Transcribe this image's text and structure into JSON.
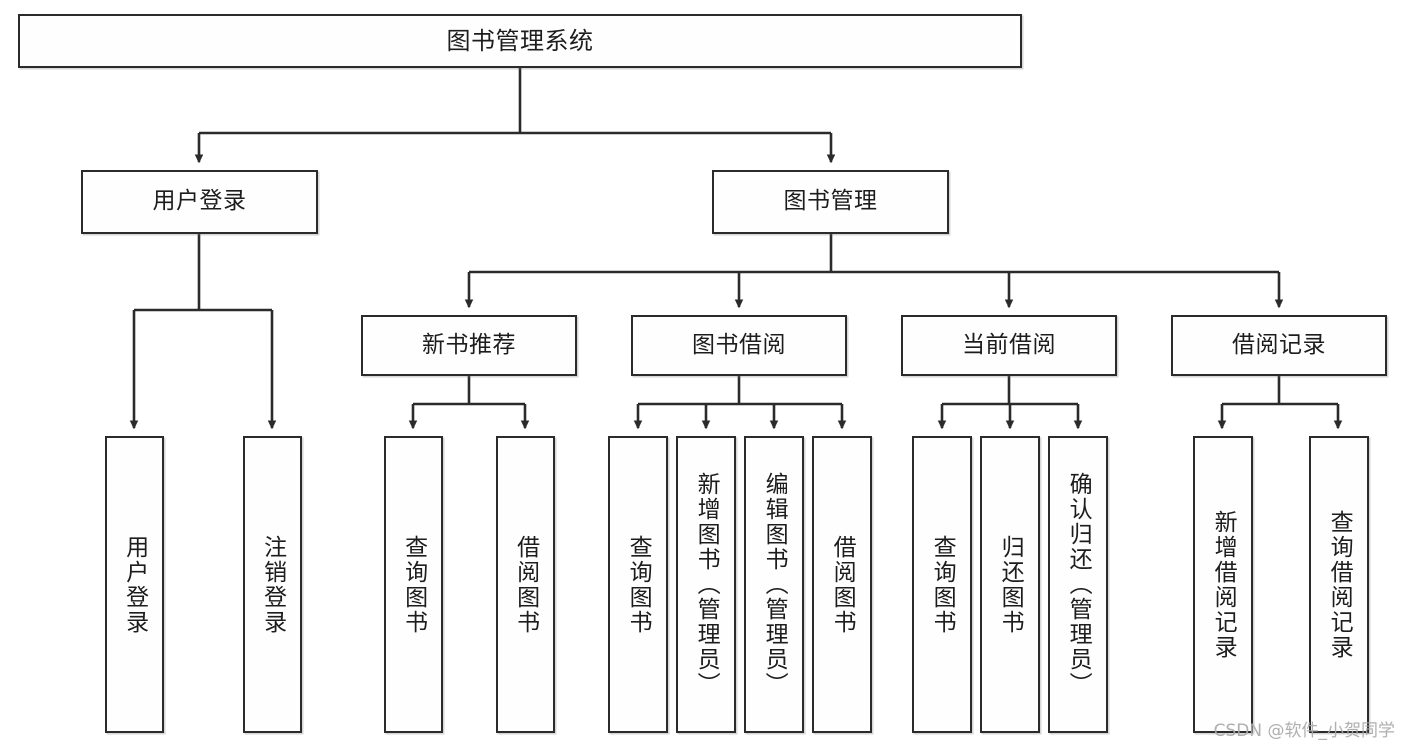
{
  "diagram": {
    "type": "tree",
    "title": "图书管理系统",
    "edge_color": "#2b2b2b",
    "node_border_color": "#2b2b2b",
    "node_fill_color": "#fefefe",
    "nodes": {
      "root": {
        "label": "图书管理系统",
        "level": 1
      },
      "n_user_login": {
        "label": "用户登录",
        "level": 2
      },
      "n_book_manage": {
        "label": "图书管理",
        "level": 2
      },
      "n_new_book_rec": {
        "label": "新书推荐",
        "level": 3
      },
      "n_book_borrow": {
        "label": "图书借阅",
        "level": 3
      },
      "n_current_borrow": {
        "label": "当前借阅",
        "level": 3
      },
      "n_borrow_record": {
        "label": "借阅记录",
        "level": 3
      },
      "leaf_user_login": {
        "label": "用户登录",
        "level": 4
      },
      "leaf_logout": {
        "label": "注销登录",
        "level": 4
      },
      "leaf_query_book_a": {
        "label": "查询图书",
        "level": 4
      },
      "leaf_borrow_book_a": {
        "label": "借阅图书",
        "level": 4
      },
      "leaf_query_book_b": {
        "label": "查询图书",
        "level": 4
      },
      "leaf_add_book": {
        "label": "新增图书（管理员）",
        "level": 4
      },
      "leaf_edit_book": {
        "label": "编辑图书（管理员）",
        "level": 4
      },
      "leaf_borrow_book_b": {
        "label": "借阅图书",
        "level": 4
      },
      "leaf_query_book_c": {
        "label": "查询图书",
        "level": 4
      },
      "leaf_return_book": {
        "label": "归还图书",
        "level": 4
      },
      "leaf_confirm_return": {
        "label": "确认归还（管理员）",
        "level": 4
      },
      "leaf_add_record": {
        "label": "新增借阅记录",
        "level": 4
      },
      "leaf_query_record": {
        "label": "查询借阅记录",
        "level": 4
      }
    },
    "edges": [
      {
        "from": "root",
        "to": "n_user_login"
      },
      {
        "from": "root",
        "to": "n_book_manage"
      },
      {
        "from": "n_user_login",
        "to": "leaf_user_login"
      },
      {
        "from": "n_user_login",
        "to": "leaf_logout"
      },
      {
        "from": "n_book_manage",
        "to": "n_new_book_rec"
      },
      {
        "from": "n_book_manage",
        "to": "n_book_borrow"
      },
      {
        "from": "n_book_manage",
        "to": "n_current_borrow"
      },
      {
        "from": "n_book_manage",
        "to": "n_borrow_record"
      },
      {
        "from": "n_new_book_rec",
        "to": "leaf_query_book_a"
      },
      {
        "from": "n_new_book_rec",
        "to": "leaf_borrow_book_a"
      },
      {
        "from": "n_book_borrow",
        "to": "leaf_query_book_b"
      },
      {
        "from": "n_book_borrow",
        "to": "leaf_add_book"
      },
      {
        "from": "n_book_borrow",
        "to": "leaf_edit_book"
      },
      {
        "from": "n_book_borrow",
        "to": "leaf_borrow_book_b"
      },
      {
        "from": "n_current_borrow",
        "to": "leaf_query_book_c"
      },
      {
        "from": "n_current_borrow",
        "to": "leaf_return_book"
      },
      {
        "from": "n_current_borrow",
        "to": "leaf_confirm_return"
      },
      {
        "from": "n_borrow_record",
        "to": "leaf_add_record"
      },
      {
        "from": "n_borrow_record",
        "to": "leaf_query_record"
      }
    ]
  },
  "watermark": {
    "text": "CSDN @软件_小贺同学"
  }
}
